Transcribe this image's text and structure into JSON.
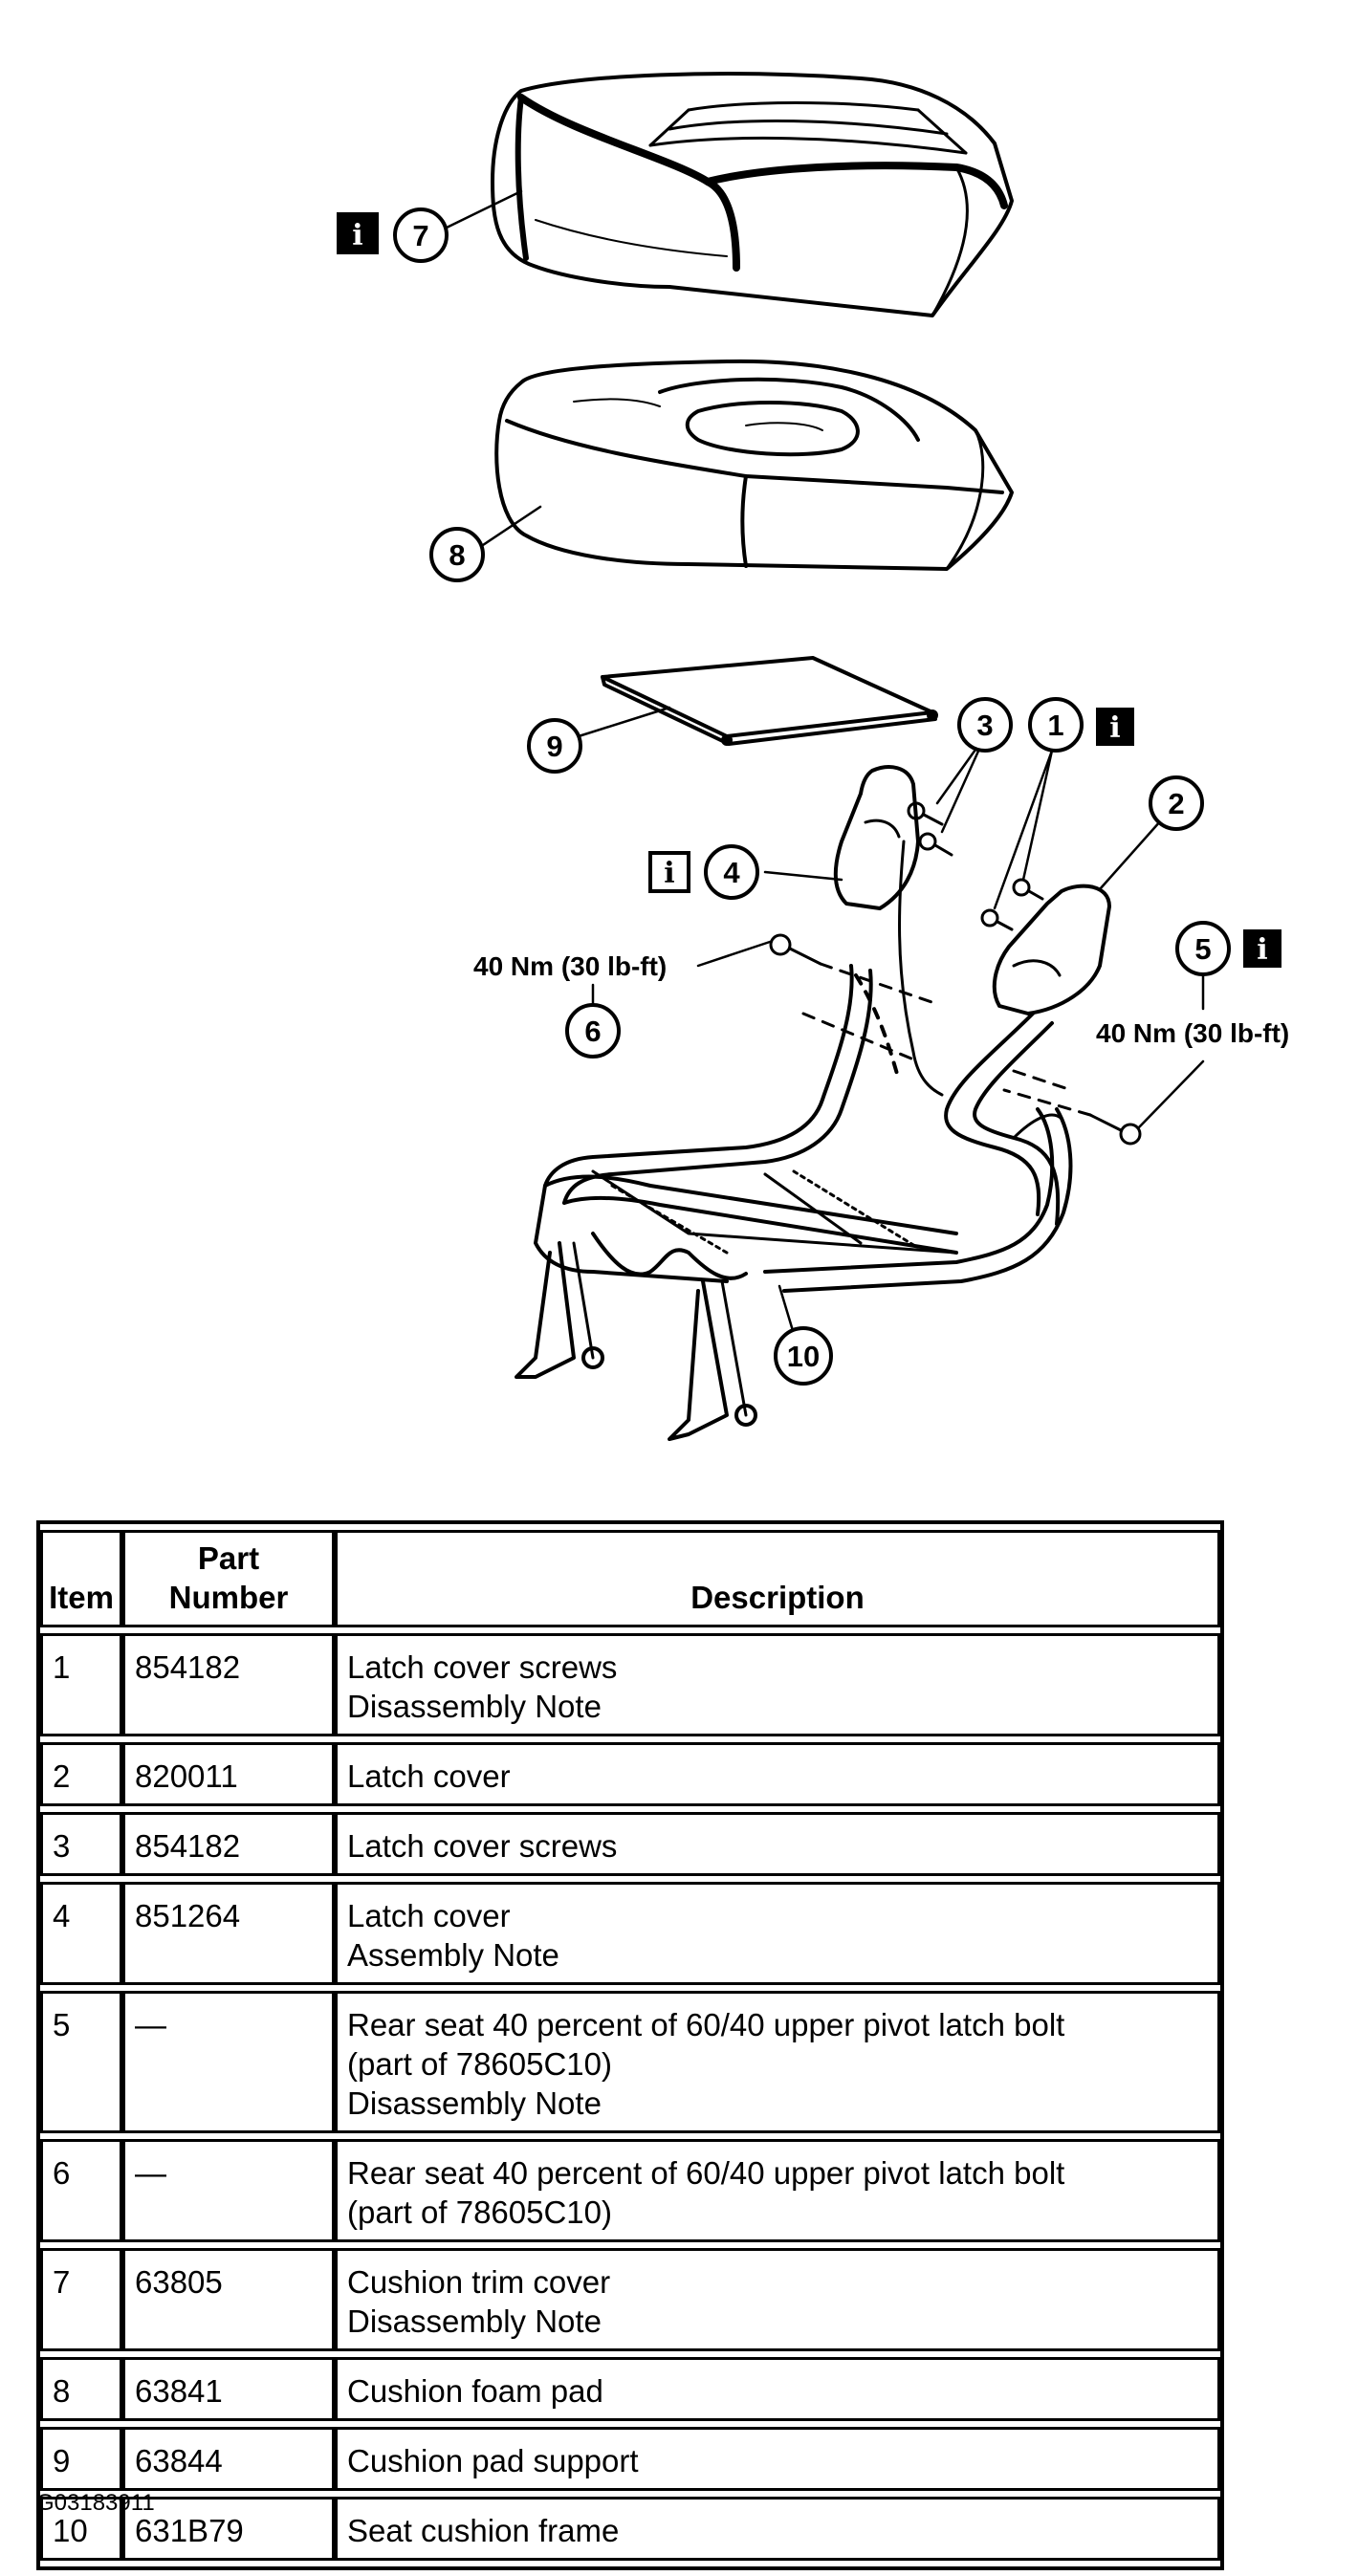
{
  "diagram": {
    "callouts": [
      "1",
      "2",
      "3",
      "4",
      "5",
      "6",
      "7",
      "8",
      "9",
      "10"
    ],
    "torque_labels": [
      "40 Nm (30 lb-ft)",
      "40 Nm (30 lb-ft)"
    ],
    "info_icon": "info-icon"
  },
  "table": {
    "headers": {
      "item": "Item",
      "part_number": "Part\nNumber",
      "description": "Description"
    },
    "rows": [
      {
        "item": "1",
        "part": "854182",
        "desc": "Latch cover screws\nDisassembly Note"
      },
      {
        "item": "2",
        "part": "820011",
        "desc": "Latch cover"
      },
      {
        "item": "3",
        "part": "854182",
        "desc": "Latch cover screws"
      },
      {
        "item": "4",
        "part": "851264",
        "desc": "Latch cover\nAssembly Note"
      },
      {
        "item": "5",
        "part": "—",
        "desc": "Rear seat 40 percent of 60/40 upper pivot latch bolt\n(part of 78605C10)\nDisassembly Note"
      },
      {
        "item": "6",
        "part": "—",
        "desc": "Rear seat 40 percent of 60/40 upper pivot latch bolt\n(part of 78605C10)"
      },
      {
        "item": "7",
        "part": "63805",
        "desc": "Cushion trim cover\nDisassembly Note"
      },
      {
        "item": "8",
        "part": "63841",
        "desc": "Cushion foam pad"
      },
      {
        "item": "9",
        "part": "63844",
        "desc": "Cushion pad support"
      },
      {
        "item": "10",
        "part": "631B79",
        "desc": "Seat cushion frame"
      }
    ]
  },
  "figure_id": "G03183911"
}
